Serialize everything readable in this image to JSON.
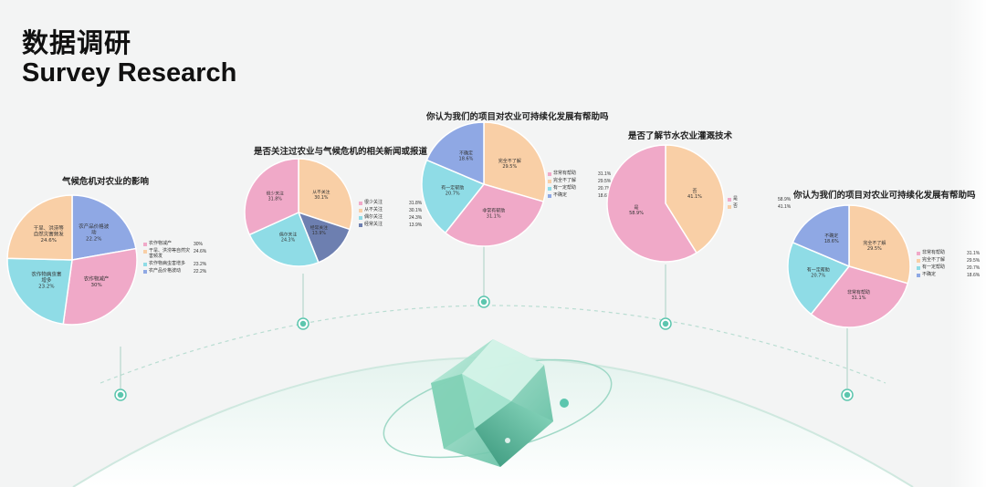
{
  "heading": {
    "title_cn": "数据调研",
    "title_en": "Survey Research"
  },
  "chart_data": [
    {
      "type": "pie",
      "title": "气候危机对农业的影响",
      "slices": [
        {
          "label": "农产品价格波动",
          "value": 22.2,
          "legend_label": "农产品价格波动",
          "legend_value": "22.2%",
          "color": "#8fa8e4"
        },
        {
          "label": "农作物减产",
          "value": 30,
          "legend_label": "农作物减产",
          "legend_value": "30%",
          "color": "#f0a9c8"
        },
        {
          "label": "农作物病虫害增多",
          "value": 23.2,
          "legend_label": "农作物病虫害增多",
          "legend_value": "23.2%",
          "color": "#8fdce6"
        },
        {
          "label": "干旱、洪涝等自然灾害频发",
          "value": 24.6,
          "legend_label": "干旱、洪涝等自然灾害频发",
          "legend_value": "24.6%",
          "color": "#f9cfa6"
        }
      ],
      "legend_order": [
        1,
        3,
        2,
        0
      ]
    },
    {
      "type": "pie",
      "title": "是否关注过农业与气候危机的相关新闻或报道",
      "slices": [
        {
          "label": "从不关注",
          "value": 30.1,
          "legend_label": "从不关注",
          "legend_value": "30.1%",
          "color": "#f9cfa6"
        },
        {
          "label": "经常关注",
          "value": 13.9,
          "legend_label": "经常关注",
          "legend_value": "13.9%",
          "color": "#6d7fb0"
        },
        {
          "label": "偶尔关注",
          "value": 24.3,
          "legend_label": "偶尔关注",
          "legend_value": "24.3%",
          "color": "#8fdce6"
        },
        {
          "label": "很少关注",
          "value": 31.8,
          "legend_label": "很少关注",
          "legend_value": "31.8%",
          "color": "#f0a9c8"
        }
      ],
      "legend_order": [
        3,
        0,
        2,
        1
      ]
    },
    {
      "type": "pie",
      "title": "你认为我们的项目对农业可持续化发展有帮助吗",
      "slices": [
        {
          "label": "完全不了解",
          "value": 29.5,
          "legend_label": "完全不了解",
          "legend_value": "29.5%",
          "color": "#f9cfa6"
        },
        {
          "label": "非常有帮助",
          "value": 31.1,
          "legend_label": "非常有帮助",
          "legend_value": "31.1%",
          "color": "#f0a9c8"
        },
        {
          "label": "有一定帮助",
          "value": 20.7,
          "legend_label": "有一定帮助",
          "legend_value": "20.7%",
          "color": "#8fdce6"
        },
        {
          "label": "不确定",
          "value": 18.6,
          "legend_label": "不确定",
          "legend_value": "18.6%",
          "color": "#8fa8e4"
        }
      ],
      "legend_order": [
        1,
        0,
        2,
        3
      ]
    },
    {
      "type": "pie",
      "title": "是否了解节水农业灌溉技术",
      "slices": [
        {
          "label": "否",
          "value": 41.1,
          "legend_label": "否",
          "legend_value": "41.1%",
          "color": "#f9cfa6"
        },
        {
          "label": "是",
          "value": 58.9,
          "legend_label": "是",
          "legend_value": "58.9%",
          "color": "#f0a9c8"
        }
      ],
      "legend_order": [
        1,
        0
      ]
    },
    {
      "type": "pie",
      "title": "你认为我们的项目对农业可持续化发展有帮助吗",
      "slices": [
        {
          "label": "完全不了解",
          "value": 29.5,
          "legend_label": "完全不了解",
          "legend_value": "29.5%",
          "color": "#f9cfa6"
        },
        {
          "label": "非常有帮助",
          "value": 31.1,
          "legend_label": "非常有帮助",
          "legend_value": "31.1%",
          "color": "#f0a9c8"
        },
        {
          "label": "有一定帮助",
          "value": 20.7,
          "legend_label": "有一定帮助",
          "legend_value": "20.7%",
          "color": "#8fdce6"
        },
        {
          "label": "不确定",
          "value": 18.6,
          "legend_label": "不确定",
          "legend_value": "18.6%",
          "color": "#8fa8e4"
        }
      ],
      "legend_order": [
        1,
        0,
        2,
        3
      ]
    }
  ],
  "colors": {
    "accent": "#5cc6ae",
    "text": "#111111"
  }
}
